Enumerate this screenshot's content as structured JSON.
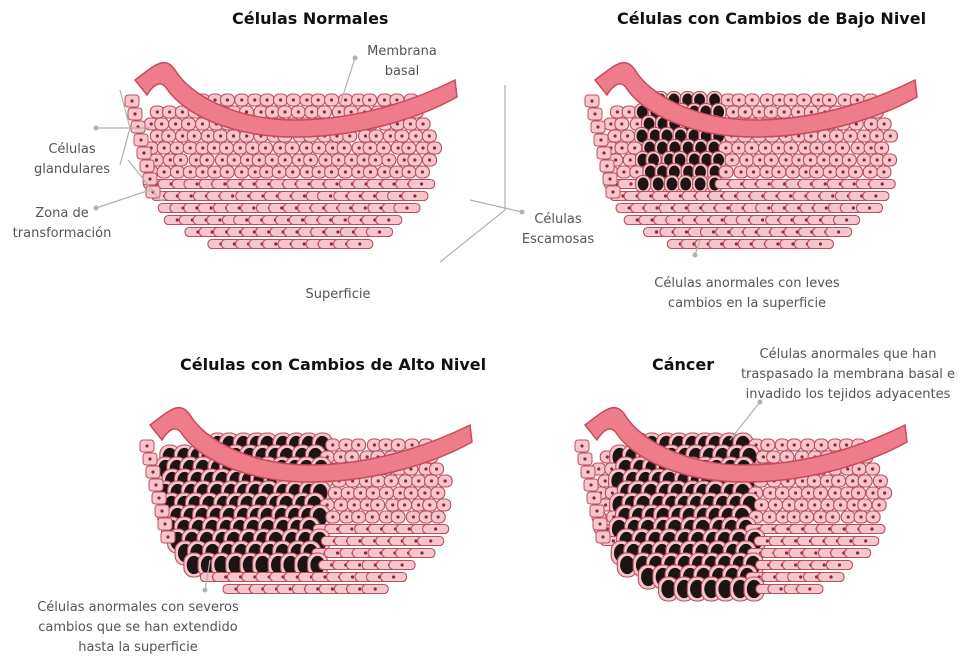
{
  "panels": {
    "normal": {
      "title": "Células Normales",
      "membrane_label": "Membrana\nbasal",
      "glandular_label": "Células\nglandulares",
      "transformation_label": "Zona de\ntransformación",
      "squamous_label": "Células\nEscamosas",
      "surface_label": "Superficie"
    },
    "low": {
      "title": "Células con Cambios de Bajo Nivel",
      "note": "Células anormales con leves\ncambios en la superficie"
    },
    "high": {
      "title": "Células con Cambios de Alto Nivel",
      "note": "Células anormales con severos\ncambios que se han extendido\nhasta la superficie"
    },
    "cancer": {
      "title": "Cáncer",
      "note": "Células anormales  que han\ntraspasado la membrana basal e\ninvadido los tejidos adyacentes"
    }
  },
  "colors": {
    "membrane": "#ef7c8a",
    "membrane_stroke": "#c84a5c",
    "cell_fill": "#f7c6cc",
    "cell_stroke": "#b8505f",
    "nucleus": "#8a2a3a",
    "abnormal_nucleus": "#1e1416",
    "leader": "#b0b0b0"
  }
}
